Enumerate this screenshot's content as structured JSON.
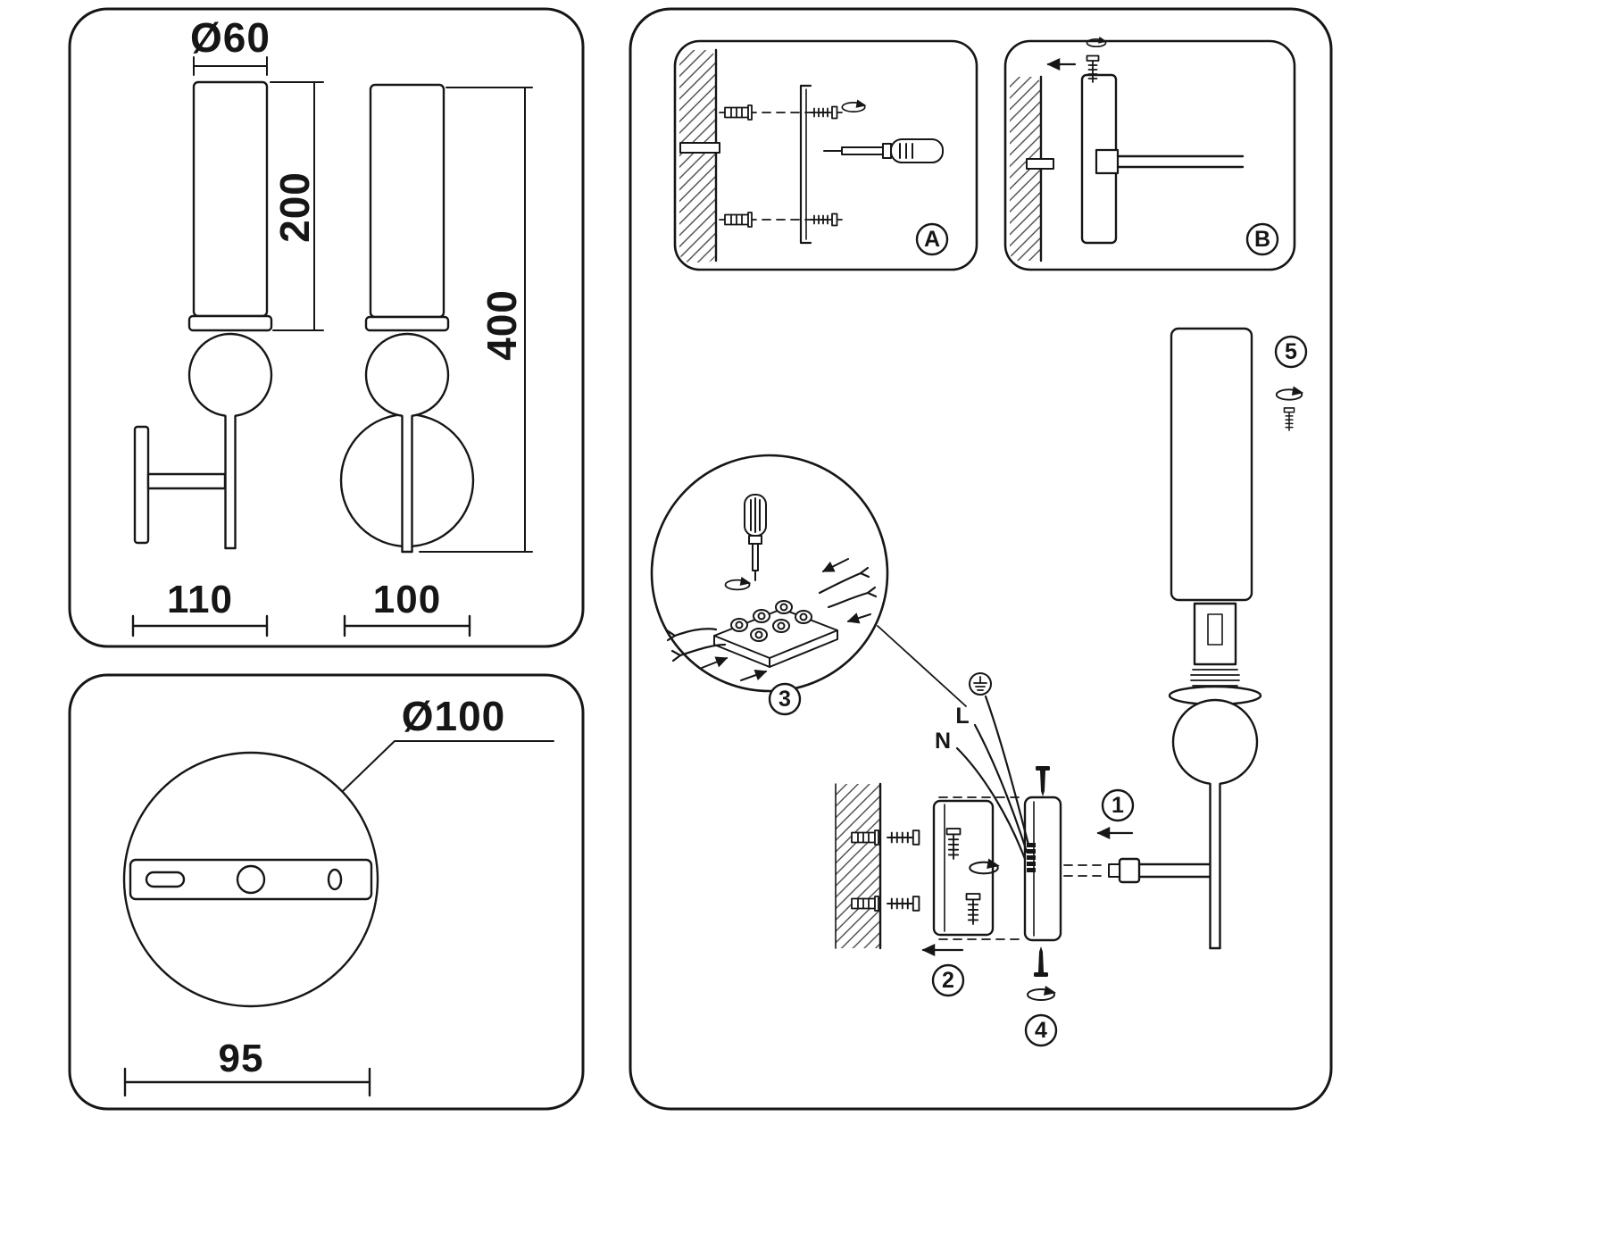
{
  "colors": {
    "line": "#161616",
    "background": "#ffffff"
  },
  "spec_view": {
    "shade_diameter": "Ø60",
    "shade_height": "200",
    "total_height": "400",
    "front_width": "110",
    "side_width": "100"
  },
  "base_view": {
    "plate_diameter": "Ø100",
    "slot_spacing": "95"
  },
  "install": {
    "detail_a": "A",
    "detail_b": "B",
    "step_1": "1",
    "step_2": "2",
    "step_3": "3",
    "step_4": "4",
    "step_5": "5",
    "wire_live": "L",
    "wire_neutral": "N"
  },
  "icons": {
    "screwdriver": "screwdriver-icon",
    "rotation": "rotation-arrow-icon",
    "screw": "screw-icon",
    "wall_anchor": "wall-anchor-icon",
    "ground": "ground-symbol-icon"
  }
}
